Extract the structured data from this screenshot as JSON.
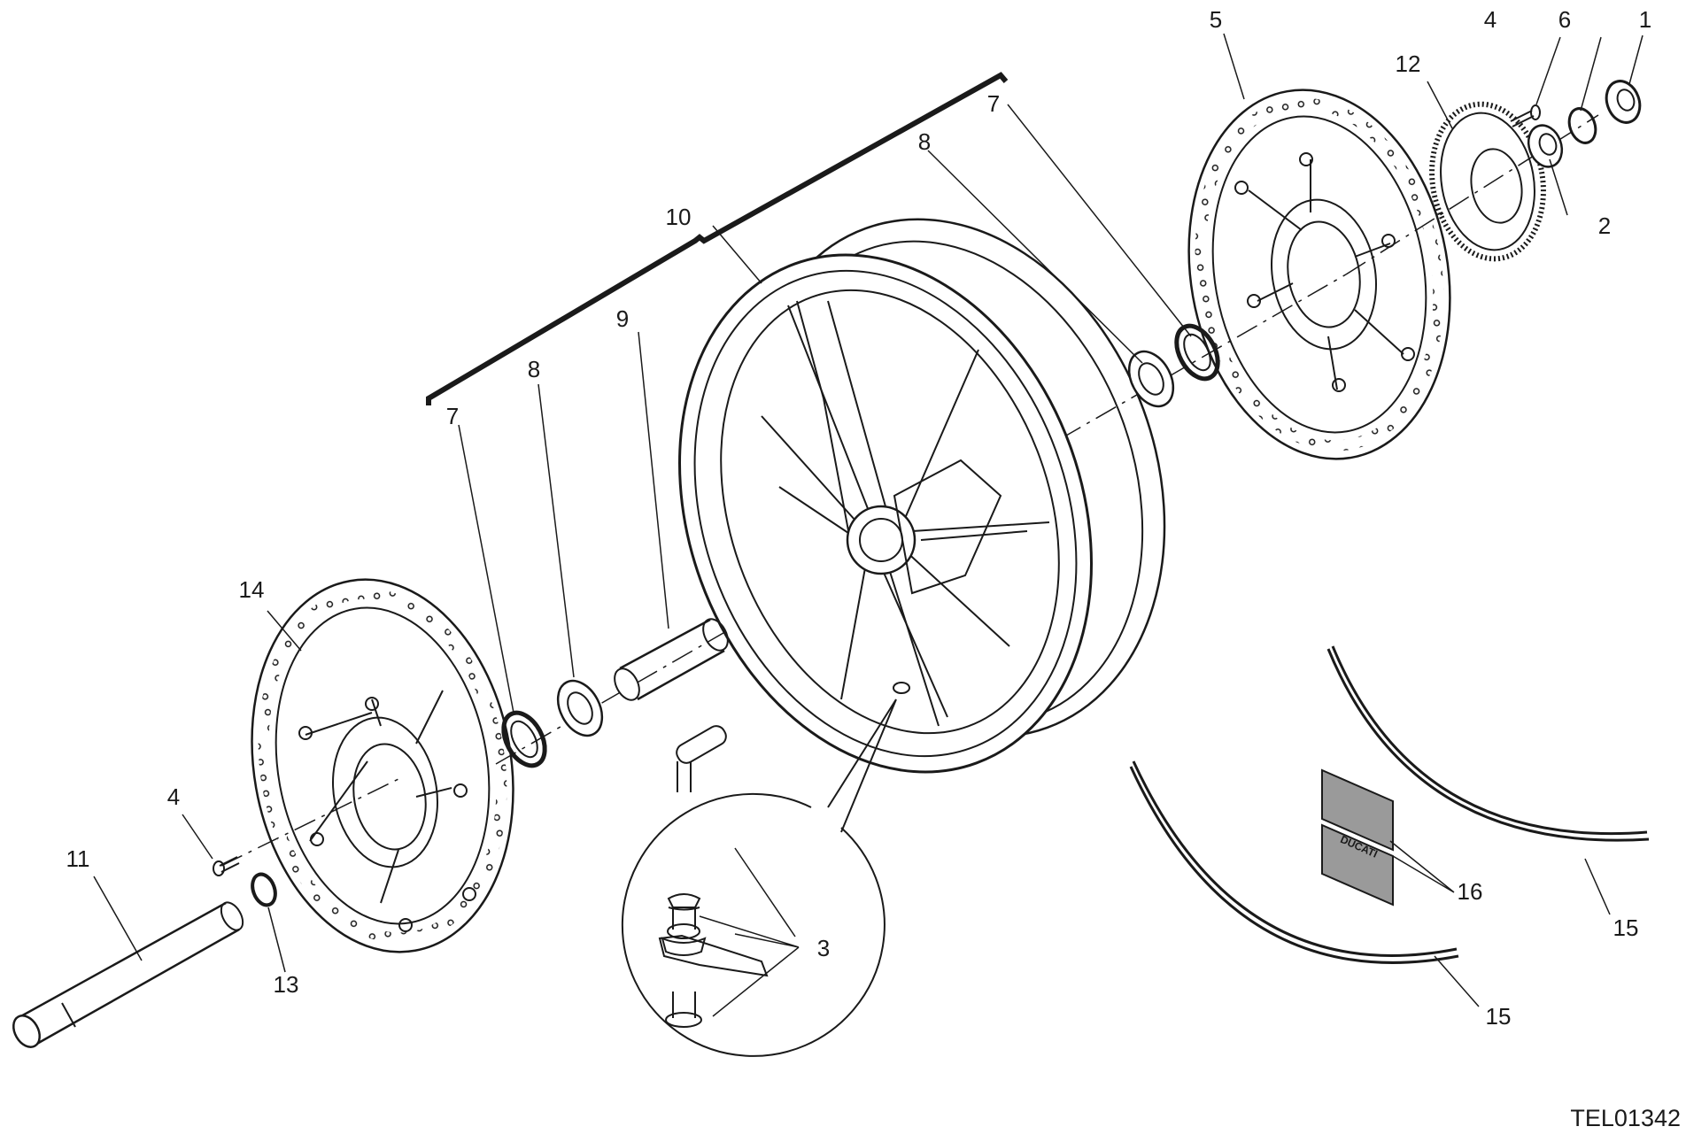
{
  "drawing": {
    "code": "TEL01342",
    "decal_text": "DUCATI"
  },
  "callouts": [
    {
      "id": "c1",
      "text": "1"
    },
    {
      "id": "c2",
      "text": "2"
    },
    {
      "id": "c3",
      "text": "3"
    },
    {
      "id": "c4a",
      "text": "4"
    },
    {
      "id": "c4b",
      "text": "4"
    },
    {
      "id": "c5",
      "text": "5"
    },
    {
      "id": "c6",
      "text": "6"
    },
    {
      "id": "c7a",
      "text": "7"
    },
    {
      "id": "c7b",
      "text": "7"
    },
    {
      "id": "c8a",
      "text": "8"
    },
    {
      "id": "c8b",
      "text": "8"
    },
    {
      "id": "c9",
      "text": "9"
    },
    {
      "id": "c10",
      "text": "10"
    },
    {
      "id": "c11",
      "text": "11"
    },
    {
      "id": "c12",
      "text": "12"
    },
    {
      "id": "c13",
      "text": "13"
    },
    {
      "id": "c14",
      "text": "14"
    },
    {
      "id": "c15a",
      "text": "15"
    },
    {
      "id": "c15b",
      "text": "15"
    },
    {
      "id": "c16",
      "text": "16"
    }
  ],
  "colors": {
    "ink": "#1a1a1a",
    "decal_fill": "#9a9a9a"
  }
}
